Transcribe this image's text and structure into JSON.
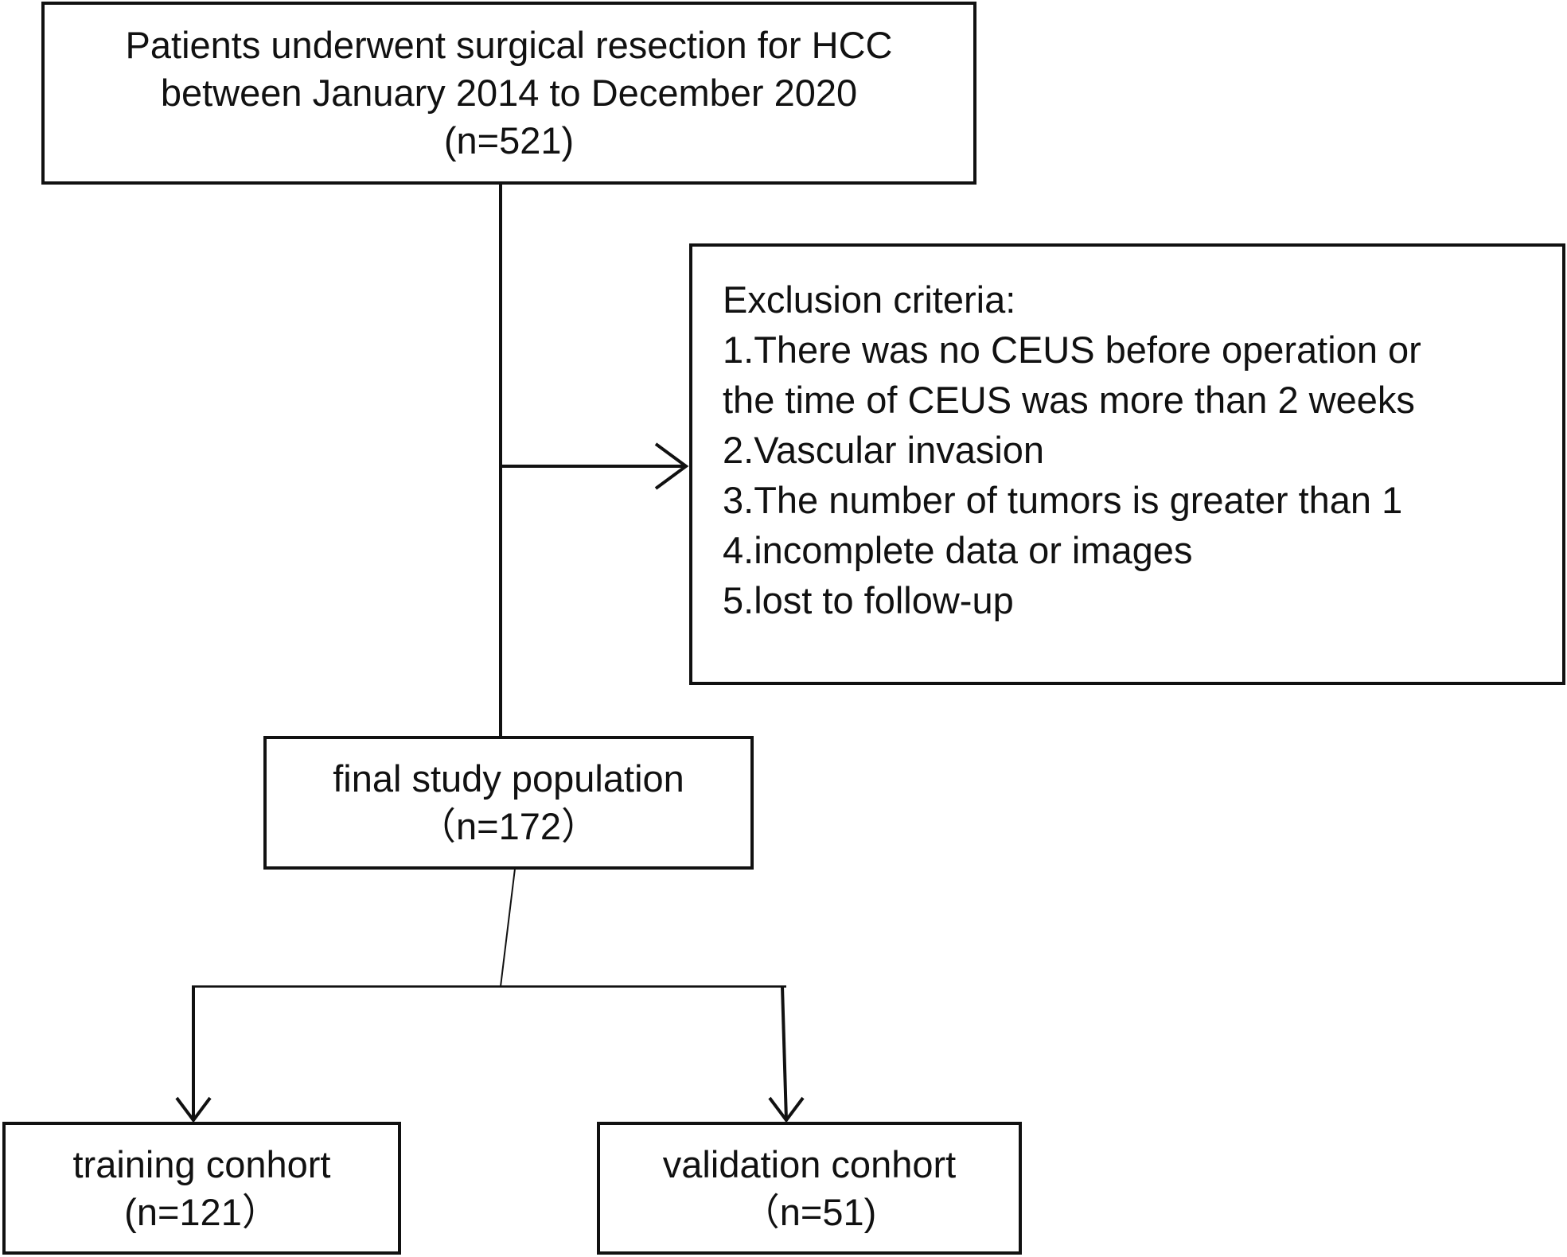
{
  "source": {
    "line1": "Patients underwent surgical resection for HCC",
    "line2": "between January 2014 to December 2020",
    "count": "(n=521)"
  },
  "exclusion": {
    "header": "Exclusion criteria:",
    "lines": [
      "1.There was no CEUS before operation or",
      "the time of CEUS was more than 2 weeks",
      "2.Vascular invasion",
      "3.The number of tumors is greater than 1",
      "4.incomplete data or images",
      "5.lost to follow-up"
    ]
  },
  "final": {
    "label": "final study population",
    "count": "（n=172）"
  },
  "training": {
    "label": "training conhort",
    "count": "(n=121）"
  },
  "validation": {
    "label": "validation conhort",
    "count": "（n=51)"
  }
}
